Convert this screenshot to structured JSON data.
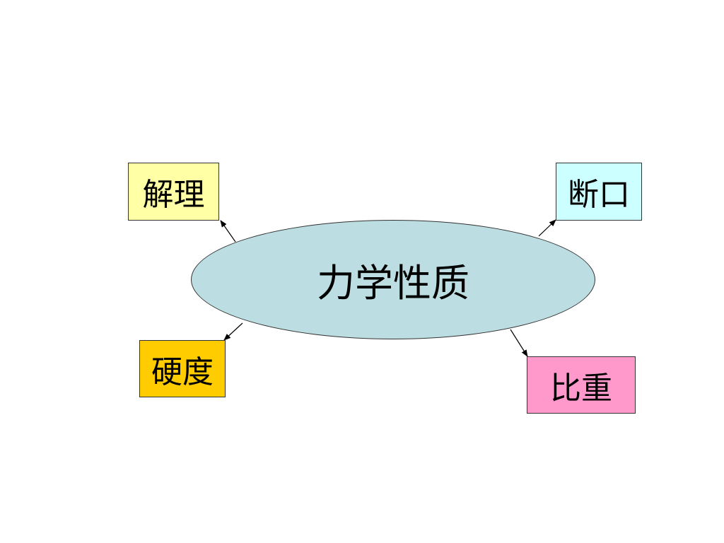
{
  "diagram": {
    "center": {
      "label": "力学性质",
      "color": "#BCDEE3"
    },
    "nodes": [
      {
        "id": "a",
        "label": "解理",
        "color": "#FFFFA6"
      },
      {
        "id": "b",
        "label": "断口",
        "color": "#CCFFFF"
      },
      {
        "id": "c",
        "label": "硬度",
        "color": "#FFCC00"
      },
      {
        "id": "d",
        "label": "比重",
        "color": "#FF99CC"
      }
    ],
    "edges": [
      {
        "from": "center",
        "to": "a"
      },
      {
        "from": "center",
        "to": "b"
      },
      {
        "from": "center",
        "to": "c"
      },
      {
        "from": "center",
        "to": "d"
      }
    ]
  }
}
